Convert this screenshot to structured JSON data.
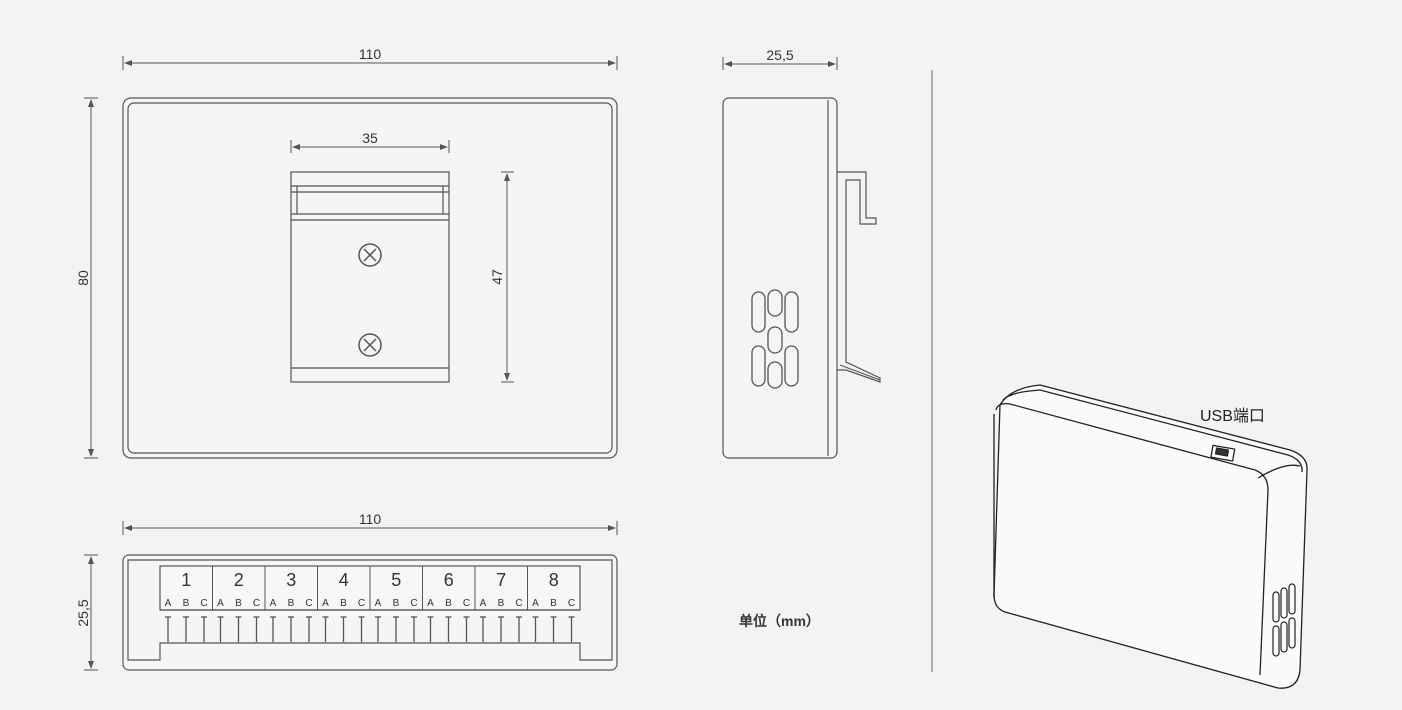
{
  "front_view": {
    "width_label": "110",
    "height_label": "80"
  },
  "din_rail": {
    "width_label": "35",
    "height_label": "47"
  },
  "side_view": {
    "depth_label": "25,5"
  },
  "terminal_view": {
    "width_label": "110",
    "height_label": "25,5",
    "channels": [
      "1",
      "2",
      "3",
      "4",
      "5",
      "6",
      "7",
      "8"
    ],
    "pins": [
      "A",
      "B",
      "C"
    ]
  },
  "unit_label": "单位（mm）",
  "usb_label": "USB端口",
  "colors": {
    "line": "#555555",
    "background": "#f3f3f3"
  }
}
